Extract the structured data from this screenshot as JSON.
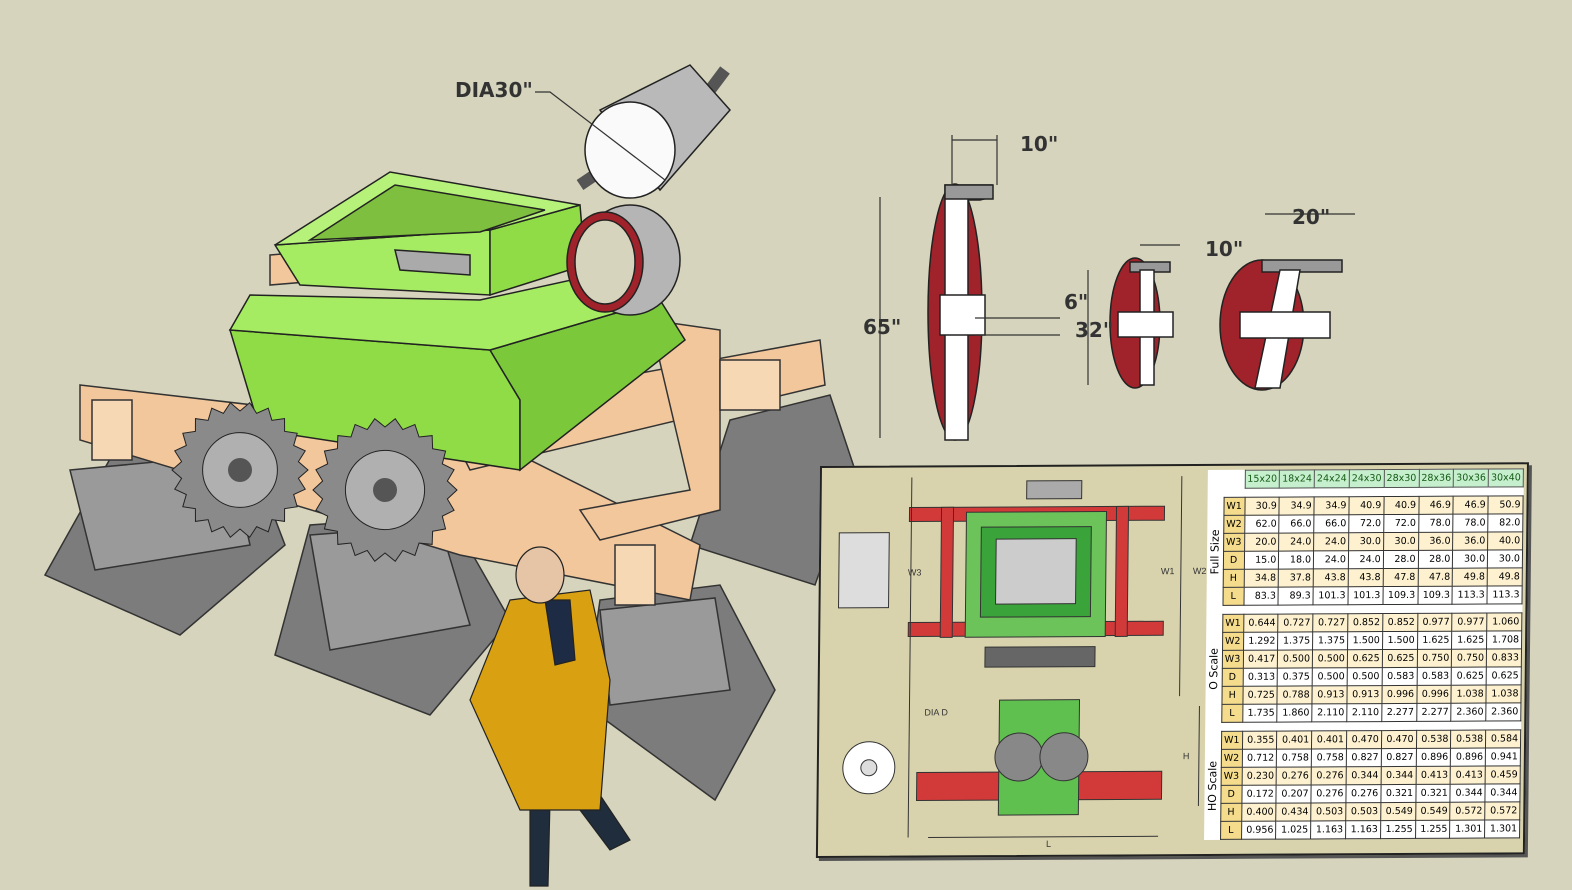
{
  "dimensions": {
    "roller_dia": "DIA30\"",
    "large_wheel_width": "10\"",
    "large_wheel_height": "65\"",
    "hub_thickness": "6\"",
    "medium_wheel_height": "32\"",
    "medium_wheel_width": "10\"",
    "wide_wheel_width": "20\""
  },
  "panel_labels": {
    "w1": "W1",
    "w2": "W2",
    "w3": "W3",
    "h": "H",
    "l": "L",
    "dia": "DIA D"
  },
  "colors": {
    "hopper": "#99e850",
    "frame": "#f2c79c",
    "concrete": "#8e8e8e",
    "wheel": "#a0222a",
    "background": "#d6d4bc"
  },
  "table": {
    "columns": [
      "15x20",
      "18x24",
      "24x24",
      "24x30",
      "28x30",
      "28x36",
      "30x36",
      "30x40"
    ],
    "sections": [
      {
        "name": "Full Size",
        "rows": [
          {
            "label": "W1",
            "values": [
              "30.9",
              "34.9",
              "34.9",
              "40.9",
              "40.9",
              "46.9",
              "46.9",
              "50.9"
            ]
          },
          {
            "label": "W2",
            "values": [
              "62.0",
              "66.0",
              "66.0",
              "72.0",
              "72.0",
              "78.0",
              "78.0",
              "82.0"
            ]
          },
          {
            "label": "W3",
            "values": [
              "20.0",
              "24.0",
              "24.0",
              "30.0",
              "30.0",
              "36.0",
              "36.0",
              "40.0"
            ]
          },
          {
            "label": "D",
            "values": [
              "15.0",
              "18.0",
              "24.0",
              "24.0",
              "28.0",
              "28.0",
              "30.0",
              "30.0"
            ]
          },
          {
            "label": "H",
            "values": [
              "34.8",
              "37.8",
              "43.8",
              "43.8",
              "47.8",
              "47.8",
              "49.8",
              "49.8"
            ]
          },
          {
            "label": "L",
            "values": [
              "83.3",
              "89.3",
              "101.3",
              "101.3",
              "109.3",
              "109.3",
              "113.3",
              "113.3"
            ]
          }
        ]
      },
      {
        "name": "O Scale",
        "rows": [
          {
            "label": "W1",
            "values": [
              "0.644",
              "0.727",
              "0.727",
              "0.852",
              "0.852",
              "0.977",
              "0.977",
              "1.060"
            ]
          },
          {
            "label": "W2",
            "values": [
              "1.292",
              "1.375",
              "1.375",
              "1.500",
              "1.500",
              "1.625",
              "1.625",
              "1.708"
            ]
          },
          {
            "label": "W3",
            "values": [
              "0.417",
              "0.500",
              "0.500",
              "0.625",
              "0.625",
              "0.750",
              "0.750",
              "0.833"
            ]
          },
          {
            "label": "D",
            "values": [
              "0.313",
              "0.375",
              "0.500",
              "0.500",
              "0.583",
              "0.583",
              "0.625",
              "0.625"
            ]
          },
          {
            "label": "H",
            "values": [
              "0.725",
              "0.788",
              "0.913",
              "0.913",
              "0.996",
              "0.996",
              "1.038",
              "1.038"
            ]
          },
          {
            "label": "L",
            "values": [
              "1.735",
              "1.860",
              "2.110",
              "2.110",
              "2.277",
              "2.277",
              "2.360",
              "2.360"
            ]
          }
        ]
      },
      {
        "name": "HO Scale",
        "rows": [
          {
            "label": "W1",
            "values": [
              "0.355",
              "0.401",
              "0.401",
              "0.470",
              "0.470",
              "0.538",
              "0.538",
              "0.584"
            ]
          },
          {
            "label": "W2",
            "values": [
              "0.712",
              "0.758",
              "0.758",
              "0.827",
              "0.827",
              "0.896",
              "0.896",
              "0.941"
            ]
          },
          {
            "label": "W3",
            "values": [
              "0.230",
              "0.276",
              "0.276",
              "0.344",
              "0.344",
              "0.413",
              "0.413",
              "0.459"
            ]
          },
          {
            "label": "D",
            "values": [
              "0.172",
              "0.207",
              "0.276",
              "0.276",
              "0.321",
              "0.321",
              "0.344",
              "0.344"
            ]
          },
          {
            "label": "H",
            "values": [
              "0.400",
              "0.434",
              "0.503",
              "0.503",
              "0.549",
              "0.549",
              "0.572",
              "0.572"
            ]
          },
          {
            "label": "L",
            "values": [
              "0.956",
              "1.025",
              "1.163",
              "1.163",
              "1.255",
              "1.255",
              "1.301",
              "1.301"
            ]
          }
        ]
      }
    ]
  }
}
